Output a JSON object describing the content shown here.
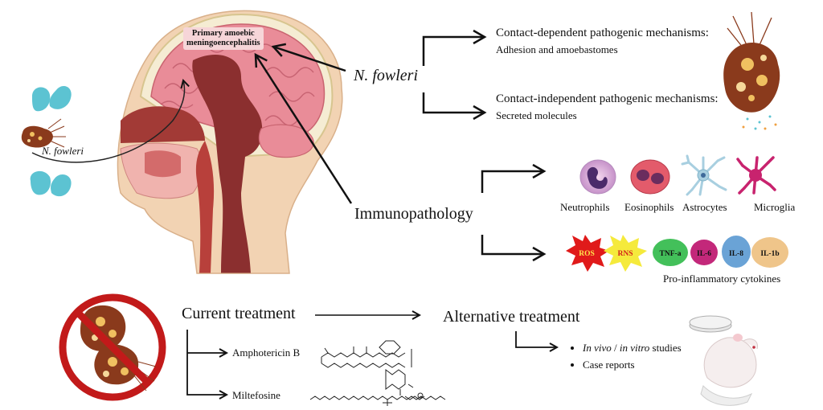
{
  "head": {
    "disease_label_line1": "Primary amoebic",
    "disease_label_line2": "meningoencephalitis",
    "nasal_organism_label": "N. fowleri"
  },
  "pathogen": {
    "name": "N. fowleri",
    "contact_dependent_title": "Contact-dependent pathogenic mechanisms:",
    "contact_dependent_detail": "Adhesion and amoebastomes",
    "contact_independent_title": "Contact-independent pathogenic mechanisms:",
    "contact_independent_detail": "Secreted molecules"
  },
  "immunopathology": {
    "title": "Immunopathology",
    "cells": [
      "Neutrophils",
      "Eosinophils",
      "Astrocytes",
      "Microglia"
    ],
    "reactive_species": [
      "ROS",
      "RNS"
    ],
    "cytokines": [
      "TNF-a",
      "IL-6",
      "IL-8",
      "IL-1b"
    ],
    "cytokines_label": "Pro-inflammatory cytokines"
  },
  "treatment": {
    "current_title": "Current treatment",
    "drugs": [
      "Amphotericin B",
      "Miltefosine"
    ],
    "alternative_title": "Alternative treatment",
    "alt_item1_part1": "In vivo",
    "alt_item1_sep": " / ",
    "alt_item1_part2": "in vitro",
    "alt_item1_part3": " studies",
    "alt_item2": "Case reports"
  },
  "colors": {
    "skin": "#f2d3b3",
    "brain": "#e98c98",
    "brain_dark": "#8b2f2f",
    "amoeba": "#8a3a1c",
    "lung_blue": "#5cc3d2",
    "ros": "#e01a1a",
    "rns": "#f5ea3c",
    "tnf": "#43c05a",
    "il6": "#c3287a",
    "il8": "#6aa3d6",
    "il1b": "#efc58a",
    "forbidden": "#c21a1a"
  }
}
